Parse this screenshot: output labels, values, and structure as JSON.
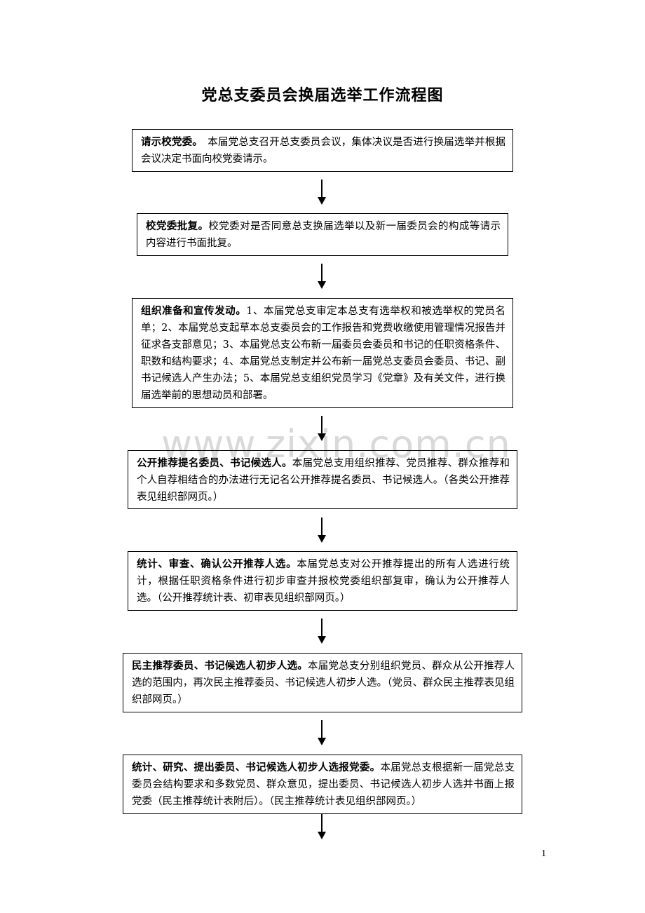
{
  "document": {
    "title": "党总支委员会换届选举工作流程图",
    "watermark": "www.zixin.com.cn",
    "page_number": "1"
  },
  "steps": [
    {
      "head": "请示校党委。",
      "body": "　本届党总支召开总支委员会议，集体决议是否进行换届选举并根据会议决定书面向校党委请示。"
    },
    {
      "head": "校党委批复。",
      "body": "校党委对是否同意总支换届选举以及新一届委员会的构成等请示内容进行书面批复。"
    },
    {
      "head": "组织准备和宣传发动。",
      "body": "1、本届党总支审定本总支有选举权和被选举权的党员名单；2、本届党总支起草本总支委员会的工作报告和党费收缴使用管理情况报告并征求各支部意见；3、本届党总支公布新一届委员会委员和书记的任职资格条件、职数和结构要求；4、本届党总支制定并公布新一届党总支委员会委员、书记、副书记候选人产生办法；5、本届党总支组织党员学习《党章》及有关文件，进行换届选举前的思想动员和部署。"
    },
    {
      "head": "公开推荐提名委员、书记候选人。",
      "body": "本届党总支用组织推荐、党员推荐、群众推荐和个人自荐相结合的办法进行无记名公开推荐提名委员、书记候选人。（各类公开推荐表见组织部网页。）"
    },
    {
      "head": "统计、审查、确认公开推荐人选。",
      "body": "本届党总支对公开推荐提出的所有人选进行统计，根据任职资格条件进行初步审查并报校党委组织部复审，确认为公开推荐人选。（公开推荐统计表、初审表见组织部网页。）"
    },
    {
      "head": "民主推荐委员、书记候选人初步人选。",
      "body": "本届党总支分别组织党员、群众从公开推荐人选的范围内，再次民主推荐委员、书记候选人初步人选。（党员、群众民主推荐表见组织部网页。）"
    },
    {
      "head": "统计、研究、提出委员、书记候选人初步人选报党委。",
      "body": "本届党总支根据新一届党总支委员会结构要求和多数党员、群众意见，提出委员、书记候选人初步人选并书面上报党委（民主推荐统计表附后）。（民主推荐统计表见组织部网页。）"
    }
  ]
}
